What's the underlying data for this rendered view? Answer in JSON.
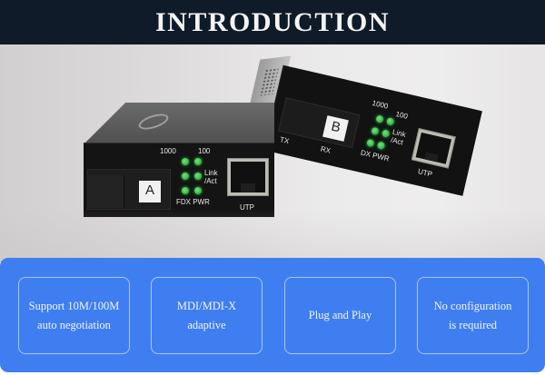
{
  "header": {
    "title": "INTRODUCTION",
    "background_color": "#0f1b29"
  },
  "product_photo": {
    "device_a": {
      "port_label": "A",
      "led_labels": {
        "top_left": "1000",
        "top_right": "100",
        "middle_right": "Link\n/Act",
        "bottom": "FDX PWR"
      },
      "rj45_label": "UTP"
    },
    "device_b": {
      "port_label": "B",
      "fiber_labels": {
        "tx": "TX",
        "rx": "RX"
      },
      "led_labels": {
        "top_left": "1000",
        "top_right": "100",
        "middle_right": "Link\n/Act",
        "bottom": "DX PWR"
      },
      "rj45_label": "UTP"
    },
    "led_color": "#2fbf43"
  },
  "features": {
    "panel_color": "#3f7ef0",
    "items": [
      {
        "label": "Support 10M/100M\nauto negotiation"
      },
      {
        "label": "MDI/MDI-X\nadaptive"
      },
      {
        "label": "Plug and Play"
      },
      {
        "label": "No configuration\nis required"
      }
    ]
  }
}
